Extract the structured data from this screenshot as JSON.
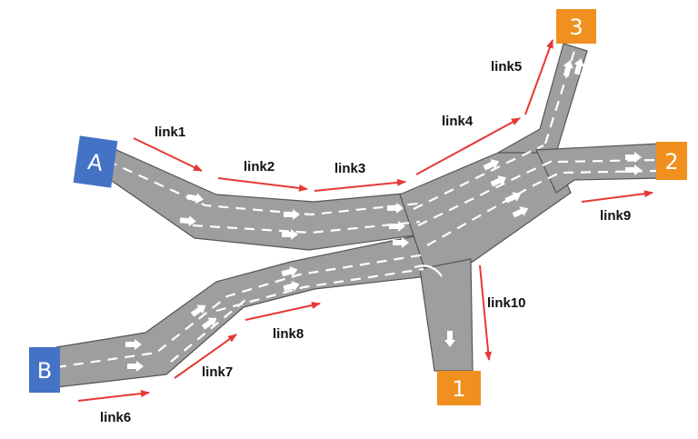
{
  "nodes": {
    "A": {
      "label": "A",
      "color": "#4472c4"
    },
    "B": {
      "label": "B",
      "color": "#4472c4"
    },
    "n1": {
      "label": "1",
      "color": "#f0901e"
    },
    "n2": {
      "label": "2",
      "color": "#f0901e"
    },
    "n3": {
      "label": "3",
      "color": "#f0901e"
    }
  },
  "links": {
    "link1": "link1",
    "link2": "link2",
    "link3": "link3",
    "link4": "link4",
    "link5": "link5",
    "link6": "link6",
    "link7": "link7",
    "link8": "link8",
    "link9": "link9",
    "link10": "link10"
  },
  "colors": {
    "road": "#9e9e9e",
    "link_arrow": "#e53935"
  }
}
